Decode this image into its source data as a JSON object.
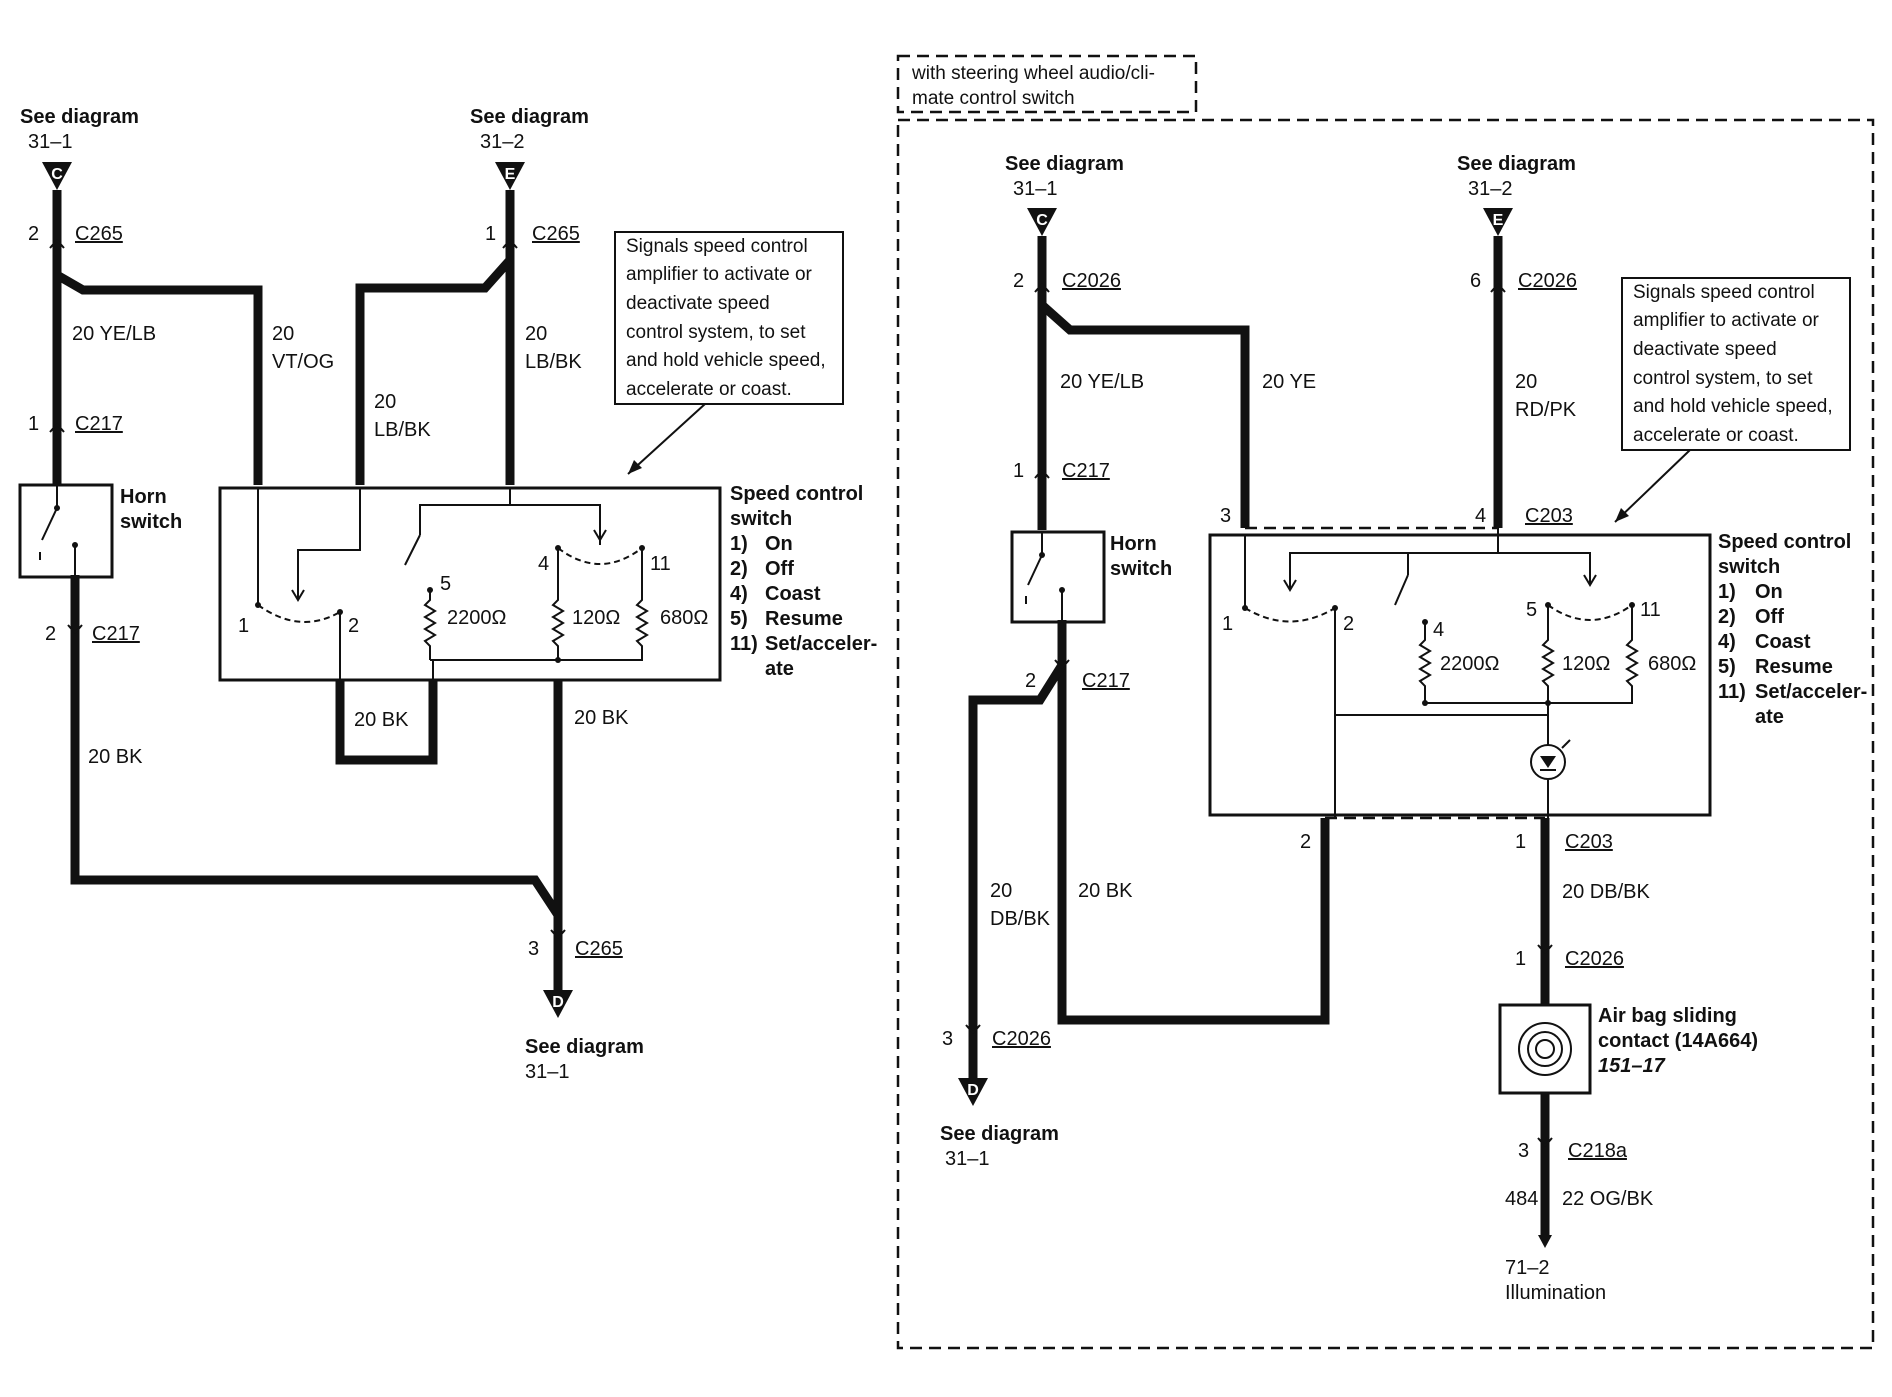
{
  "left": {
    "refs": {
      "c_top": {
        "line1": "See diagram",
        "line2": "31–1",
        "letter": "C"
      },
      "e_top": {
        "line1": "See diagram",
        "line2": "31–2",
        "letter": "E"
      },
      "d_bottom": {
        "line1": "See diagram",
        "line2": "31–1",
        "letter": "D"
      }
    },
    "connectors": {
      "c265_a": {
        "pin": "2",
        "name": "C265"
      },
      "c265_b": {
        "pin": "1",
        "name": "C265"
      },
      "c217_a": {
        "pin": "1",
        "name": "C217"
      },
      "c217_b": {
        "pin": "2",
        "name": "C217"
      },
      "c265_c": {
        "pin": "3",
        "name": "C265"
      }
    },
    "wires": {
      "ye_lb": "20 YE/LB",
      "vt_og_1": "20",
      "vt_og_2": "VT/OG",
      "lb_bk_a1": "20",
      "lb_bk_a2": "LB/BK",
      "lb_bk_b1": "20",
      "lb_bk_b2": "LB/BK",
      "bk_loop": "20 BK",
      "bk_right": "20 BK",
      "bk_left": "20 BK"
    },
    "horn": {
      "line1": "Horn",
      "line2": "switch"
    },
    "switch": {
      "title1": "Speed control",
      "title2": "switch",
      "modes": [
        {
          "n": "1)",
          "t": "On"
        },
        {
          "n": "2)",
          "t": "Off"
        },
        {
          "n": "4)",
          "t": "Coast"
        },
        {
          "n": "5)",
          "t": "Resume"
        },
        {
          "n": "11)",
          "t": "Set/acceler-"
        },
        {
          "n": "",
          "t": "ate"
        }
      ],
      "pins": {
        "p1": "1",
        "p2": "2",
        "p4": "4",
        "p5": "5",
        "p11": "11"
      },
      "resistors": {
        "r1": "2200Ω",
        "r2": "120Ω",
        "r3": "680Ω"
      }
    },
    "note": [
      "Signals speed control",
      "amplifier to activate or",
      "deactivate speed",
      "control system, to set",
      "and hold vehicle speed,",
      "accelerate or coast."
    ]
  },
  "right": {
    "option_label": [
      "with steering wheel audio/cli-",
      "mate control switch"
    ],
    "refs": {
      "c_top": {
        "line1": "See diagram",
        "line2": "31–1",
        "letter": "C"
      },
      "e_top": {
        "line1": "See diagram",
        "line2": "31–2",
        "letter": "E"
      },
      "d_bottom": {
        "line1": "See diagram",
        "line2": "31–1",
        "letter": "D"
      }
    },
    "connectors": {
      "c2026_a": {
        "pin": "2",
        "name": "C2026"
      },
      "c2026_b": {
        "pin": "6",
        "name": "C2026"
      },
      "c217_a": {
        "pin": "1",
        "name": "C217"
      },
      "c203_a": {
        "pin": "3",
        "name": ""
      },
      "c203_b": {
        "pin": "4",
        "name": "C203"
      },
      "c217_b": {
        "pin": "2",
        "name": "C217"
      },
      "c203_c": {
        "pin": "2",
        "name": ""
      },
      "c203_d": {
        "pin": "1",
        "name": "C203"
      },
      "c2026_c": {
        "pin": "1",
        "name": "C2026"
      },
      "c2026_d": {
        "pin": "3",
        "name": "C2026"
      },
      "c218a": {
        "pin": "3",
        "name": "C218a"
      }
    },
    "wires": {
      "ye_lb": "20 YE/LB",
      "ye": "20 YE",
      "rd_pk_1": "20",
      "rd_pk_2": "RD/PK",
      "db_bk_a1": "20",
      "db_bk_a2": "DB/BK",
      "bk": "20 BK",
      "db_bk_b": "20 DB/BK",
      "og_bk_num": "484",
      "og_bk": "22 OG/BK"
    },
    "horn": {
      "line1": "Horn",
      "line2": "switch"
    },
    "switch": {
      "title1": "Speed control",
      "title2": "switch",
      "modes": [
        {
          "n": "1)",
          "t": "On"
        },
        {
          "n": "2)",
          "t": "Off"
        },
        {
          "n": "4)",
          "t": "Coast"
        },
        {
          "n": "5)",
          "t": "Resume"
        },
        {
          "n": "11)",
          "t": "Set/acceler-"
        },
        {
          "n": "",
          "t": "ate"
        }
      ],
      "pins": {
        "p1": "1",
        "p2": "2",
        "p4": "4",
        "p5": "5",
        "p11": "11"
      },
      "resistors": {
        "r1": "2200Ω",
        "r2": "120Ω",
        "r3": "680Ω"
      }
    },
    "note": [
      "Signals speed control",
      "amplifier to activate or",
      "deactivate speed",
      "control system, to set",
      "and hold vehicle speed,",
      "accelerate or coast."
    ],
    "airbag": {
      "line1": "Air bag sliding",
      "line2": "contact (14A664)",
      "line3": "151–17"
    },
    "illum": {
      "line1": "71–2",
      "line2": "Illumination"
    }
  }
}
